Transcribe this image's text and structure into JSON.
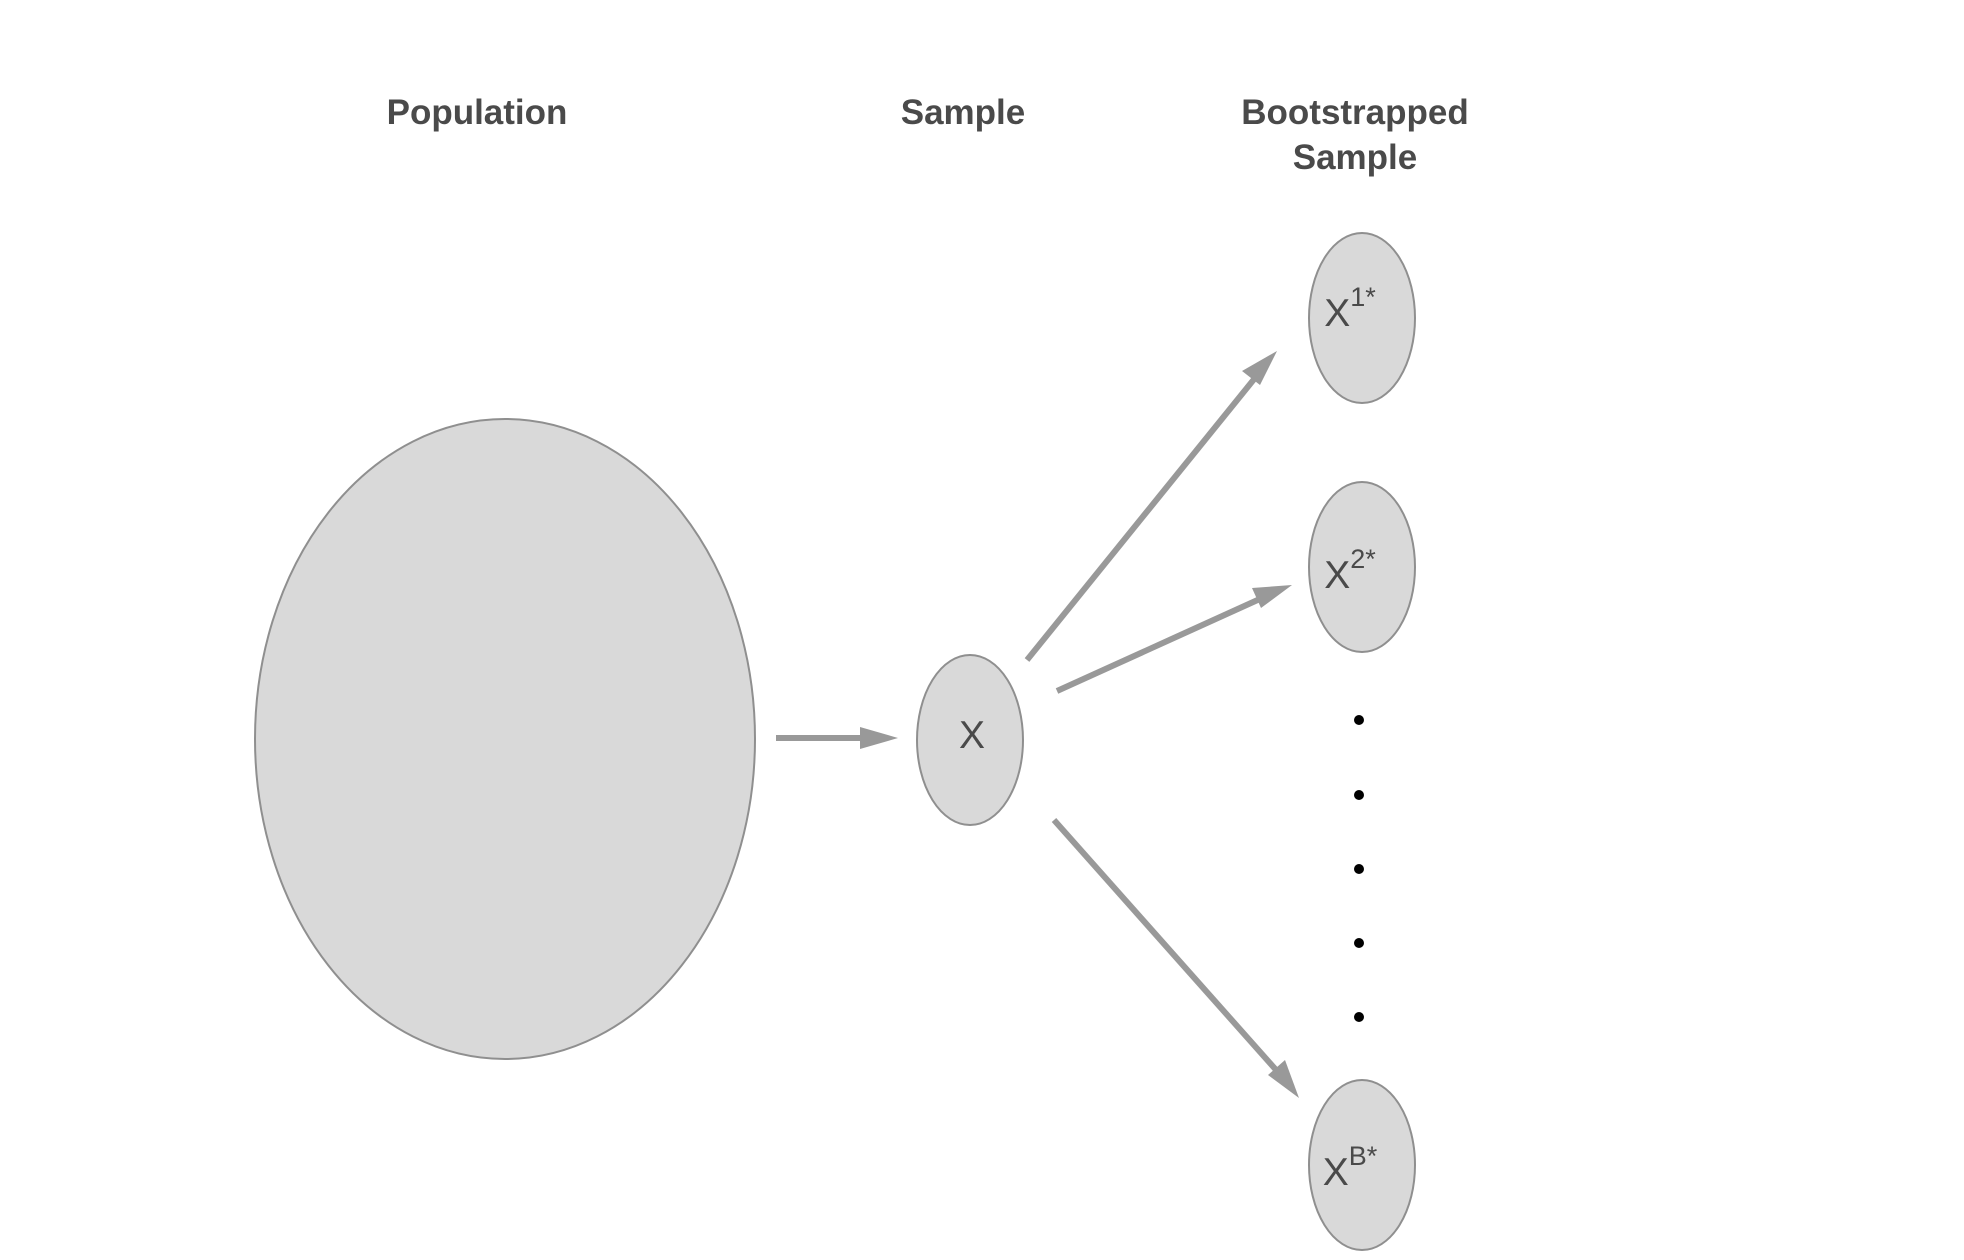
{
  "headings": {
    "population": "Population",
    "sample": "Sample",
    "bootstrapped_line1": "Bootstrapped",
    "bootstrapped_line2": "Sample"
  },
  "nodes": {
    "sample": {
      "base": "X",
      "sup": ""
    },
    "boot_1": {
      "base": "X",
      "sup": "1*"
    },
    "boot_2": {
      "base": "X",
      "sup": "2*"
    },
    "boot_b": {
      "base": "X",
      "sup": "B*"
    }
  },
  "colors": {
    "node_fill": "#d9d9d9",
    "node_stroke": "#8f8f8f",
    "arrow": "#999999",
    "text": "#4a4a4a",
    "dots": "#000000"
  }
}
